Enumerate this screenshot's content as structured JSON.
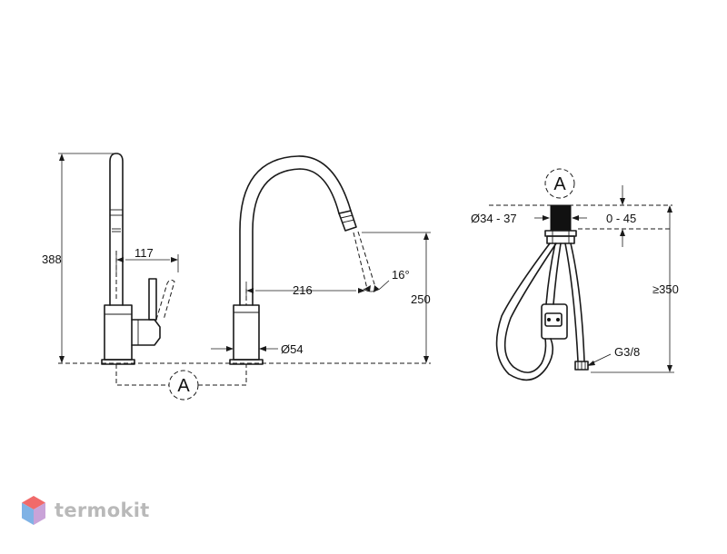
{
  "dimensions": {
    "height_total": "388",
    "lever_offset": "117",
    "spout_reach": "216",
    "spout_angle": "16°",
    "spout_height": "250",
    "base_diameter": "Ø54",
    "hole_diameter": "Ø34 - 37",
    "deck_thickness": "0 - 45",
    "hose_length": "≥350",
    "connection": "G3/8"
  },
  "markers": {
    "detail_a_bottom": "A",
    "detail_a_top": "A"
  },
  "brand": {
    "name": "termokit",
    "logo_colors": [
      "#f06a6a",
      "#7fb2e5",
      "#c9a3d8"
    ]
  }
}
